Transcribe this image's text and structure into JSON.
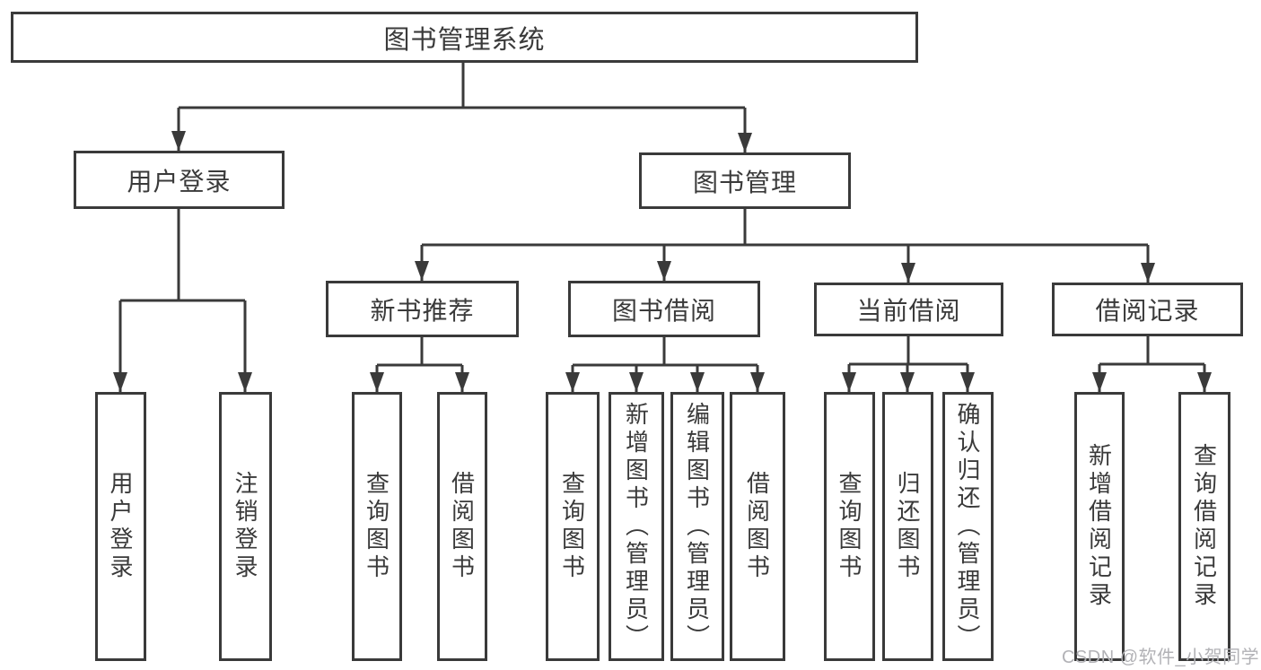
{
  "nodes": {
    "root": "图书管理系统",
    "user_login": "用户登录",
    "book_mgmt": "图书管理",
    "new_books": "新书推荐",
    "book_borrow": "图书借阅",
    "current_borrow": "当前借阅",
    "borrow_records": "借阅记录",
    "ul_login": "用户登录",
    "ul_logout": "注销登录",
    "nb_query": "查询图书",
    "nb_borrow": "借阅图书",
    "bb_query": "查询图书",
    "bb_add": "新增图书（管理员）",
    "bb_edit": "编辑图书（管理员）",
    "bb_borrow": "借阅图书",
    "cb_query": "查询图书",
    "cb_return": "归还图书",
    "cb_confirm": "确认归还（管理员）",
    "br_add": "新增借阅记录",
    "br_query": "查询借阅记录"
  },
  "watermark": {
    "text": "CSDN @软件_小贺同学",
    "color": "#b2b2b6"
  },
  "colors": {
    "line": "#3a3a3a",
    "text": "#3a3a3a",
    "background": "#ffffff"
  }
}
